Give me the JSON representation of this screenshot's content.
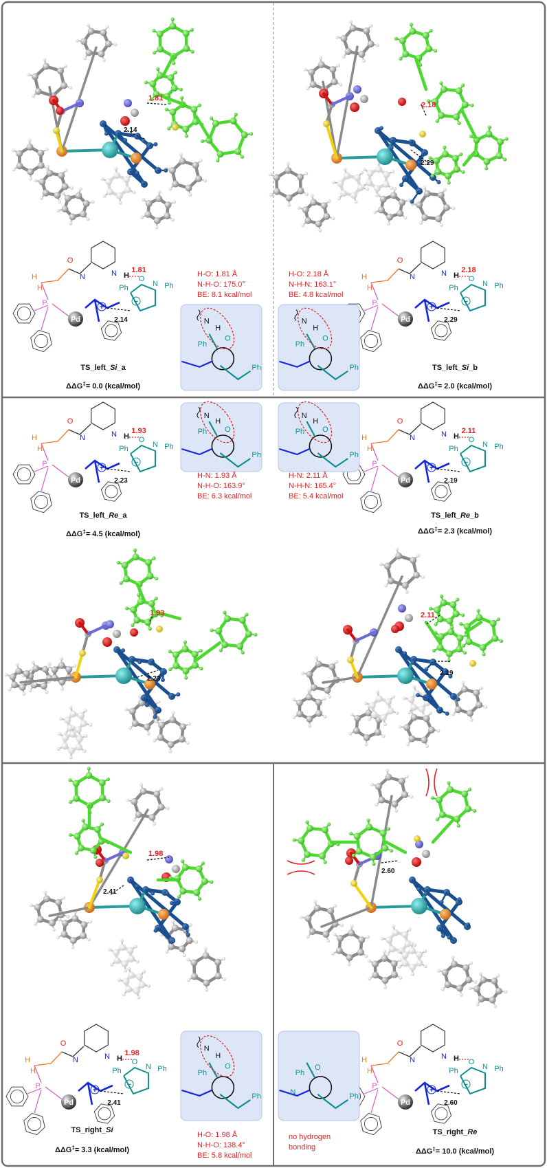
{
  "colors": {
    "frame": "#6d6d6d",
    "green": "#4cd92f",
    "navy": "#1a4f8f",
    "teal": "#2a9b9b",
    "grey_atom": "#9a9a9a",
    "orange_atom": "#e07b17",
    "red_atom": "#d01010",
    "blue_atom": "#6b6bd6",
    "yellow_atom": "#f2d20c",
    "scheme_teal": "#0d8f8f",
    "scheme_blue": "#1326d8",
    "scheme_orange": "#f07820",
    "scheme_pink": "#d65ac8",
    "newman_box": "#dde6f7",
    "red_text": "#e02020"
  },
  "transition_states": [
    {
      "title_prefix": "TS_left_",
      "title_italic": "Si",
      "title_suffix": "_a",
      "dg_label": "ΔΔG",
      "dg_sup": "‡",
      "dg_value": "= 0.0 (kcal/mol)",
      "hb_distance": "1.81",
      "cc_distance": "2.14",
      "geometry": [
        "H-O:      1.81 Å",
        "N-H-O: 175.0°",
        "BE: 8.1 kcal/mol"
      ],
      "model_labels": [
        "1.81",
        "2.14"
      ]
    },
    {
      "title_prefix": "TS_left_",
      "title_italic": "Si",
      "title_suffix": "_b",
      "dg_label": "ΔΔG",
      "dg_sup": "‡",
      "dg_value": "= 2.0 (kcal/mol)",
      "hb_distance": "2.18",
      "cc_distance": "2.29",
      "geometry": [
        "H-O:      2.18 Å",
        "N-H-N: 163.1°",
        "BE: 4.8 kcal/mol"
      ],
      "model_labels": [
        "2.18",
        "2.29"
      ]
    },
    {
      "title_prefix": "TS_left_",
      "title_italic": "Re",
      "title_suffix": "_a",
      "dg_label": "ΔΔG",
      "dg_sup": "‡",
      "dg_value": "= 4.5 (kcal/mol)",
      "hb_distance": "1.93",
      "cc_distance": "2.23",
      "geometry": [
        "H-N:    1.93 Å",
        "N-H-O: 163.9°",
        "BE: 6.3 kcal/mol"
      ],
      "model_labels": [
        "1.93",
        "2.23"
      ]
    },
    {
      "title_prefix": "TS_left_",
      "title_italic": "Re",
      "title_suffix": "_b",
      "dg_label": "ΔΔG",
      "dg_sup": "‡",
      "dg_value": "= 2.3 (kcal/mol)",
      "hb_distance": "2.11",
      "cc_distance": "2.19",
      "geometry": [
        "H-N:    2.11 Å",
        "N-H-N: 165.4°",
        "BE: 5.4 kcal/mol"
      ],
      "model_labels": [
        "2.11",
        "2.19"
      ]
    },
    {
      "title_prefix": "TS_right_",
      "title_italic": "Si",
      "title_suffix": "",
      "dg_label": "ΔΔG",
      "dg_sup": "‡",
      "dg_value": "= 3.3 (kcal/mol)",
      "hb_distance": "1.98",
      "cc_distance": "2.41",
      "geometry": [
        "H-O:    1.98 Å",
        "N-H-O: 138.4°",
        "BE: 5.8 kcal/mol"
      ],
      "model_labels": [
        "1.98",
        "2.41"
      ]
    },
    {
      "title_prefix": "TS_right_",
      "title_italic": "Re",
      "title_suffix": "",
      "dg_label": "ΔΔG",
      "dg_sup": "‡",
      "dg_value": "= 10.0 (kcal/mol)",
      "hb_distance": "",
      "cc_distance": "2.60",
      "geometry": [
        "no hydrogen",
        "bonding"
      ],
      "model_labels": [
        "2.60"
      ]
    }
  ],
  "atom_labels": {
    "pd": "Pd",
    "ph": "Ph",
    "n": "N",
    "h": "H",
    "o": "O",
    "p": "P",
    "plus": "+",
    "minus": "−"
  }
}
